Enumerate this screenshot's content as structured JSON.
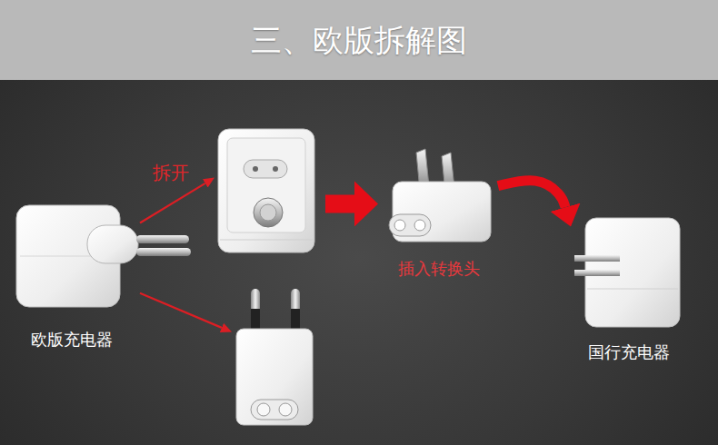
{
  "diagram": {
    "title": "三、欧版拆解图",
    "nodes": [
      {
        "text": [
          "欧版充电器"
        ]
      },
      {
        "text": []
      },
      {
        "text": []
      },
      {
        "text": [
          "插入转换头"
        ]
      },
      {
        "text": [
          "国行充电器"
        ]
      }
    ],
    "edges": [
      {
        "from": 0,
        "to": 1,
        "arrow": "to",
        "label": "拆开"
      },
      {
        "from": 0,
        "to": 2,
        "arrow": "to"
      },
      {
        "from": 1,
        "to": 3,
        "arrow": "to"
      },
      {
        "from": 3,
        "to": 4,
        "arrow": "to"
      }
    ]
  }
}
